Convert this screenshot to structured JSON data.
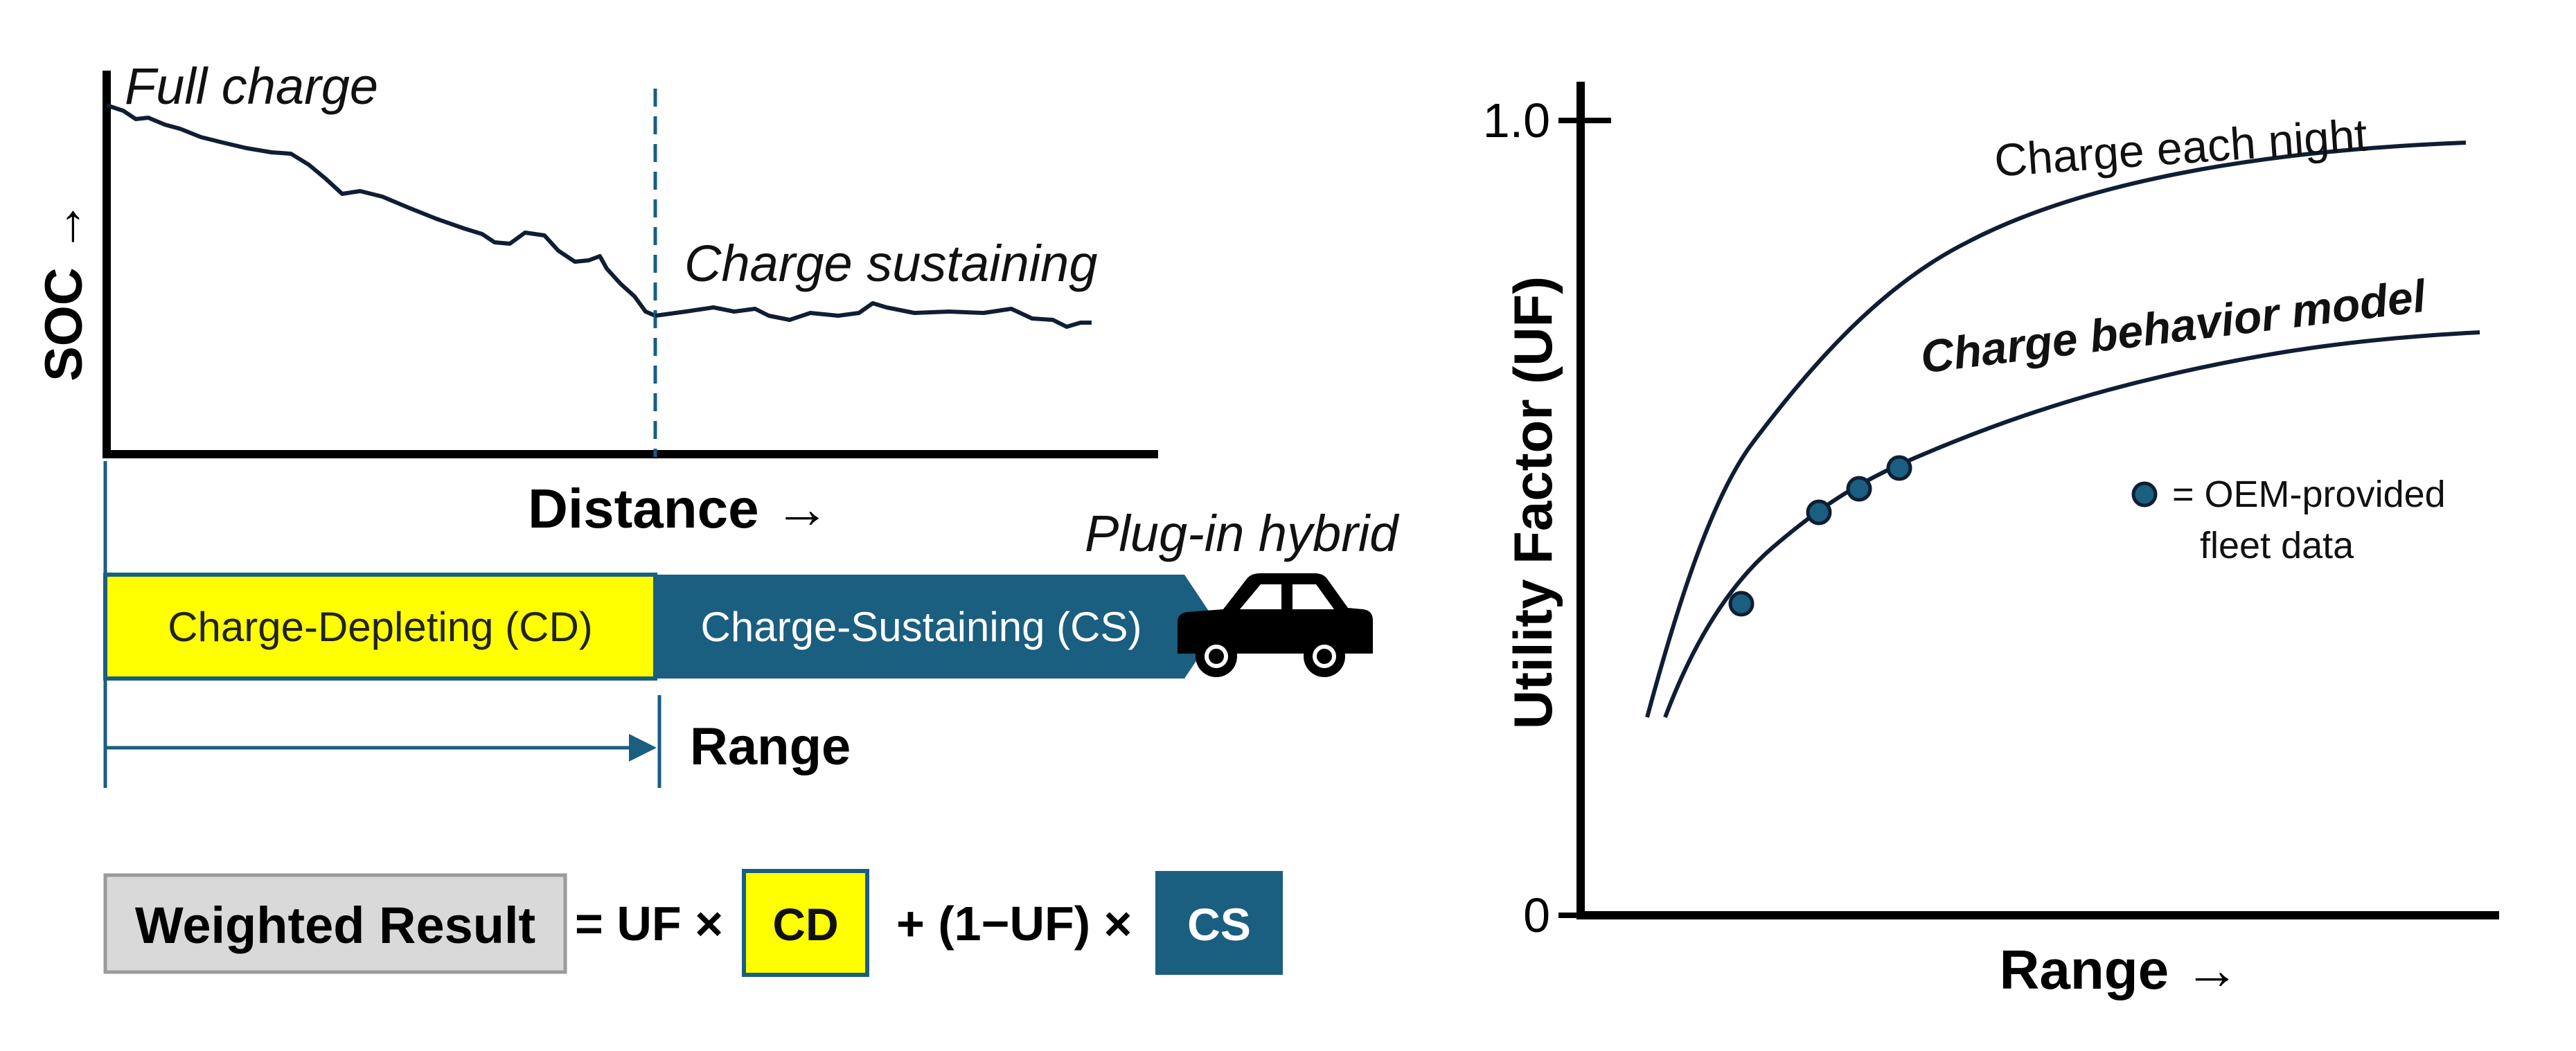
{
  "soc_panel": {
    "y_label": "SOC →",
    "x_label": "Distance →",
    "full_charge_label": "Full charge",
    "charge_sustaining_label": "Charge sustaining"
  },
  "mode_bar": {
    "vehicle_label": "Plug-in hybrid",
    "cd_label": "Charge-Depleting (CD)",
    "cs_label": "Charge-Sustaining (CS)",
    "range_label": "Range",
    "vehicle_icon": "car-icon",
    "cd_color": "#ffff00",
    "cs_color": "#1a5e80"
  },
  "formula": {
    "weighted_label": "Weighted Result",
    "equals_uf": "= UF ×",
    "cd": "CD",
    "plus_one_minus_uf": "+ (1−UF) ×",
    "cs": "CS",
    "weighted_bg": "#d9d9d9"
  },
  "uf_chart": {
    "y_label": "Utility Factor (UF)",
    "x_label": "Range →",
    "y_tick_top": "1.0",
    "y_tick_bottom": "0",
    "curve_nightly_label": "Charge each night",
    "curve_model_label": "Charge behavior model",
    "legend_label_line1": "= OEM-provided",
    "legend_label_line2": "fleet data",
    "point_color": "#1a5e80"
  }
}
